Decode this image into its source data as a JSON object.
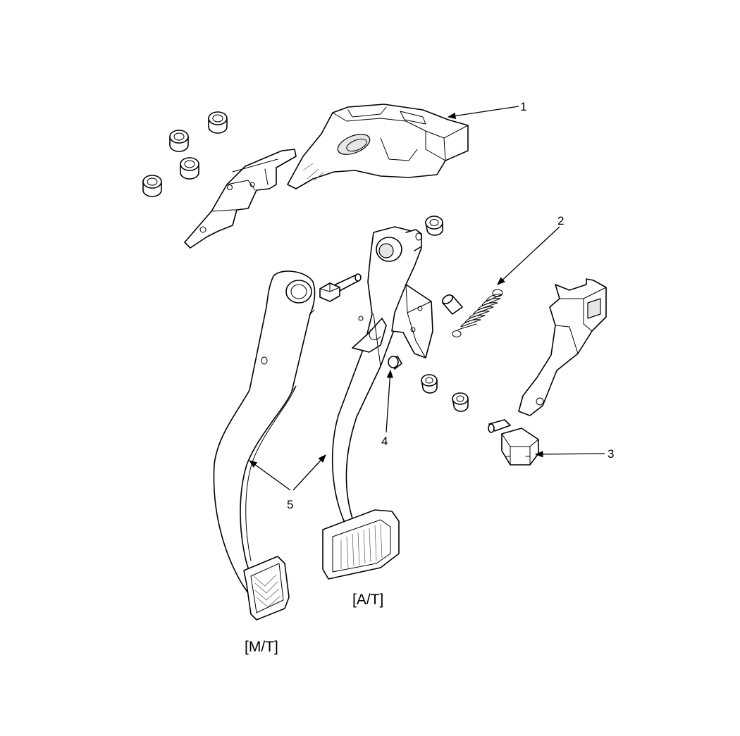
{
  "callouts": {
    "c1": "1",
    "c2": "2",
    "c3": "3",
    "c4": "4",
    "c5": "5"
  },
  "captions": {
    "manual": "[M/T]",
    "automatic": "[A/T]"
  },
  "colors": {
    "line": "#000000",
    "background": "#ffffff",
    "shade": "#e6e6e6"
  }
}
